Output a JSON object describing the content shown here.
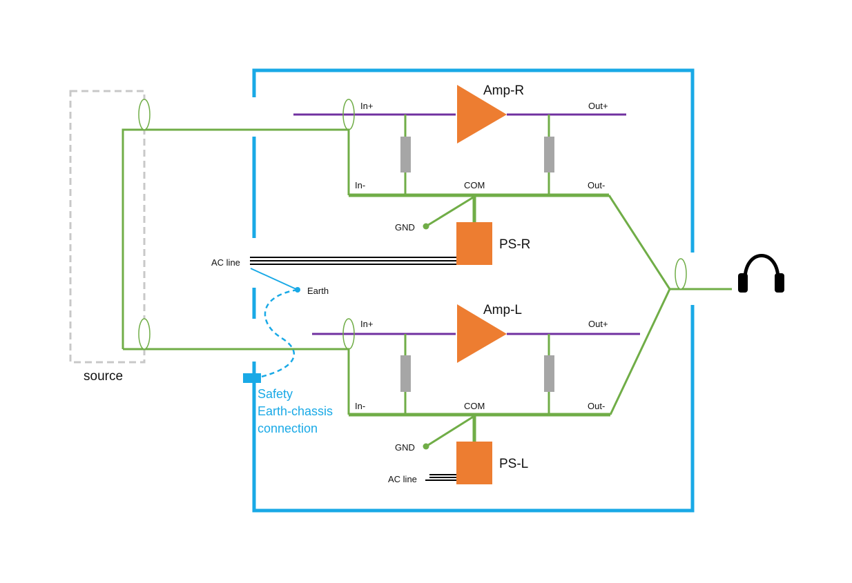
{
  "colors": {
    "chassis": "#19a9e6",
    "signal": "#70ad47",
    "input_line": "#7030a0",
    "component": "#ed7d31",
    "resistor": "#a6a6a6",
    "source_box": "#c8c8c8",
    "ac_line": "#000000",
    "safety_text": "#19a9e6"
  },
  "source": {
    "label": "source"
  },
  "amp_r": {
    "title": "Amp-R",
    "in_plus": "In+",
    "in_minus": "In-",
    "out_plus": "Out+",
    "out_minus": "Out-",
    "com": "COM",
    "gnd": "GND",
    "ps": "PS-R"
  },
  "amp_l": {
    "title": "Amp-L",
    "in_plus": "In+",
    "in_minus": "In-",
    "out_plus": "Out+",
    "out_minus": "Out-",
    "com": "COM",
    "gnd": "GND",
    "ps": "PS-L"
  },
  "mains": {
    "ac_line_upper": "AC line",
    "ac_line_lower": "AC line",
    "earth": "Earth"
  },
  "safety": {
    "line1": "Safety",
    "line2": "Earth-chassis",
    "line3": "connection"
  },
  "output": {
    "icon": "headphones-icon"
  }
}
